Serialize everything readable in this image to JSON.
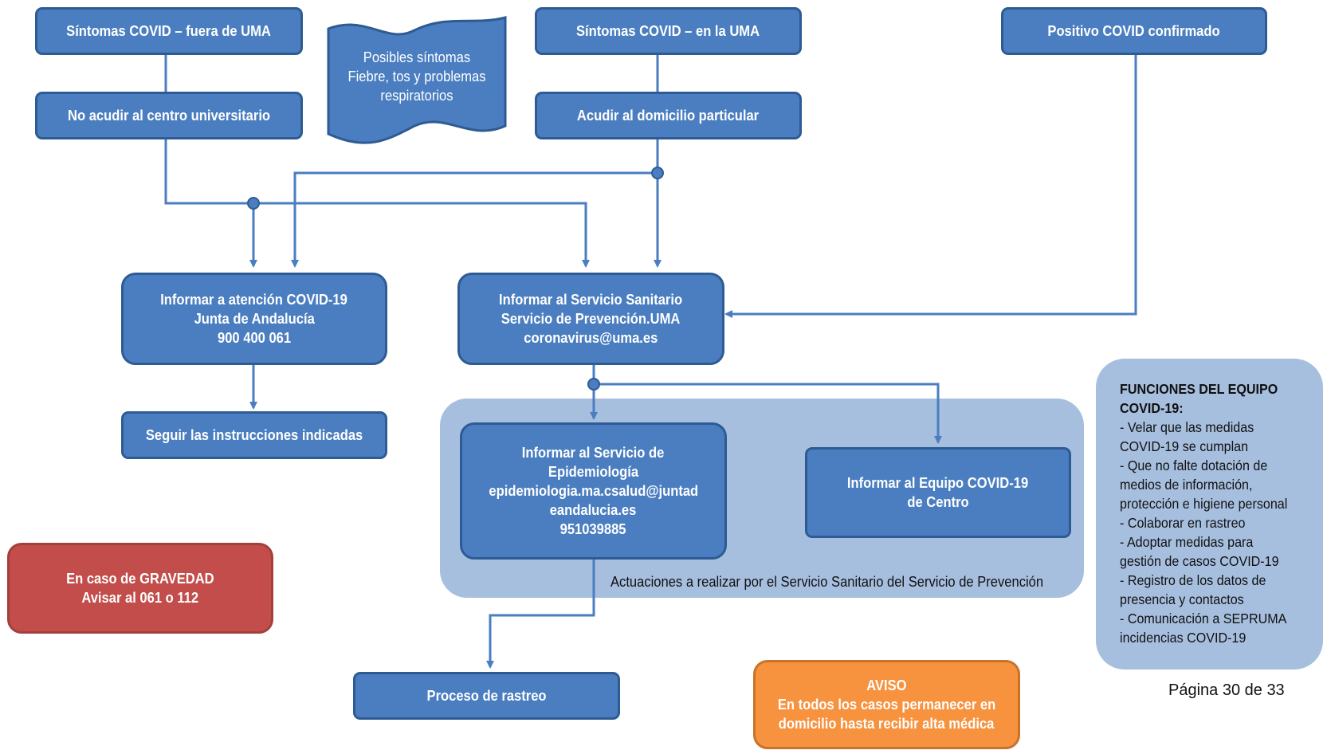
{
  "nodes": {
    "covid_outside": "Síntomas COVID – fuera de UMA",
    "no_attend": "No acudir al centro universitario",
    "symptoms_doc": [
      "Posibles síntomas",
      "Fiebre, tos y problemas",
      "respiratorios"
    ],
    "covid_inside": "Síntomas COVID – en la UMA",
    "go_home": "Acudir al domicilio particular",
    "positive": "Positivo COVID confirmado",
    "junta": [
      "Informar a atención COVID-19",
      "Junta de Andalucía",
      "900 400 061"
    ],
    "follow": "Seguir las instrucciones indicadas",
    "uma_health": [
      "Informar al Servicio Sanitario",
      "Servicio de Prevención.UMA",
      "coronavirus@uma.es"
    ],
    "epidemiology": [
      "Informar al Servicio de",
      "Epidemiología",
      "epidemiologia.ma.csalud@juntad",
      "eandalucia.es",
      "951039885"
    ],
    "team": [
      "Informar al Equipo COVID-19",
      "de Centro"
    ],
    "severity": [
      "En caso de GRAVEDAD",
      "Avisar al 061 o 112"
    ],
    "tracing": "Proceso de rastreo",
    "notice": [
      "AVISO",
      "En todos los casos permanecer en",
      "domicilio hasta recibir alta médica"
    ]
  },
  "region_caption": "Actuaciones a realizar por el Servicio Sanitario del Servicio de Prevención",
  "team_functions": {
    "heading": [
      "FUNCIONES DEL EQUIPO",
      "COVID-19:"
    ],
    "lines": [
      "- Velar que las medidas",
      "COVID-19 se cumplan",
      "- Que no falte dotación de",
      "medios de información,",
      "protección e higiene personal",
      "- Colaborar en rastreo",
      "- Adoptar medidas para",
      "gestión de casos COVID-19",
      "- Registro de los datos de",
      "presencia y contactos",
      "- Comunicación a SEPRUMA",
      "incidencias COVID-19"
    ]
  },
  "page_number": "Página 30 de 33",
  "colors": {
    "box_fill": "#4a7ec0",
    "box_border": "#2e5b93",
    "region_fill": "#a7bfdf",
    "severity_fill": "#c24d4b",
    "notice_fill": "#f7923e"
  }
}
